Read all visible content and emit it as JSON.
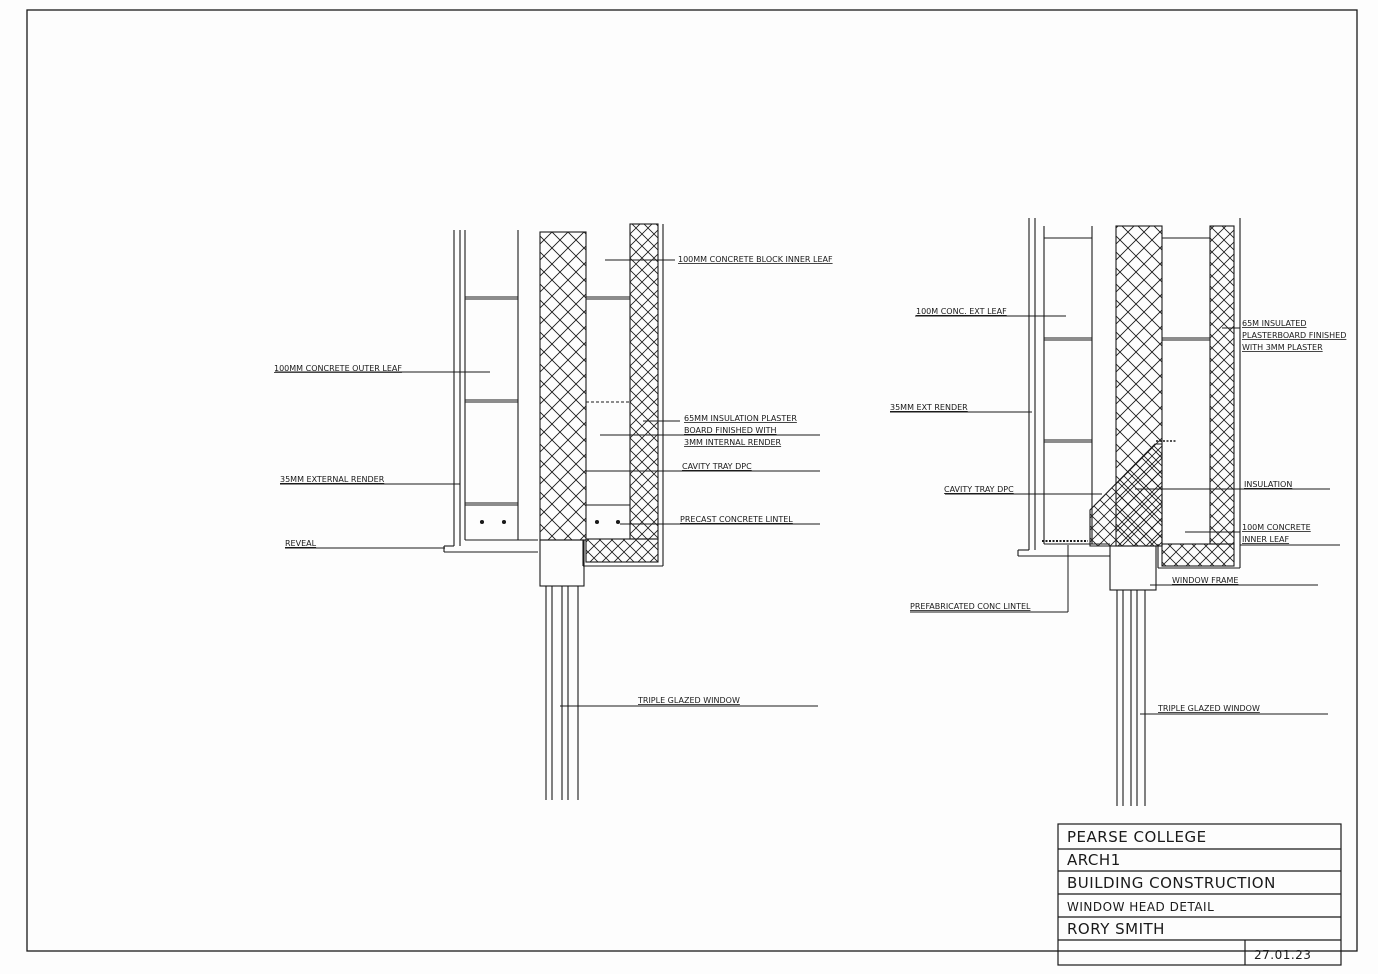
{
  "left_detail": {
    "labels": {
      "inner_leaf": "100MM CONCRETE BLOCK INNER LEAF",
      "outer_leaf": "100MM CONCRETE OUTER LEAF",
      "insulation_1": "65MM INSULATION PLASTER",
      "insulation_2": "BOARD FINISHED WITH",
      "insulation_3": "3MM INTERNAL RENDER",
      "cavity_tray": "CAVITY TRAY DPC",
      "render": "35MM EXTERNAL RENDER",
      "lintel": "PRECAST CONCRETE LINTEL",
      "reveal": "REVEAL",
      "window": "TRIPLE GLAZED WINDOW"
    }
  },
  "right_detail": {
    "labels": {
      "ext_leaf": "100M CONC. EXT LEAF",
      "plasterboard_1": "65M INSULATED",
      "plasterboard_2": "PLASTERBOARD FINISHED",
      "plasterboard_3": "WITH 3MM PLASTER",
      "render": "35MM EXT RENDER",
      "cavity_tray": "CAVITY TRAY DPC",
      "insulation": "INSULATION",
      "inner_leaf_1": "100M CONCRETE",
      "inner_leaf_2": "INNER LEAF",
      "window_frame": "WINDOW FRAME",
      "lintel": "PREFABRICATED CONC LINTEL",
      "window": "TRIPLE GLAZED WINDOW"
    }
  },
  "title_block": {
    "college": "PEARSE COLLEGE",
    "course": "ARCH1",
    "subject": "BUILDING CONSTRUCTION",
    "drawing": "WINDOW HEAD DETAIL",
    "author": "RORY SMITH",
    "date": "27.01.23"
  }
}
